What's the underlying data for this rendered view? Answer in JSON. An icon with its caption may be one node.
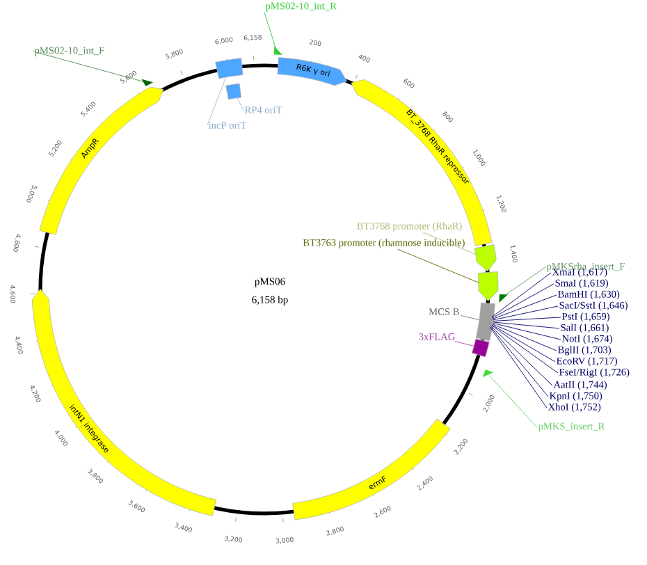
{
  "diagram": {
    "nodes": [
      {
        "text": [
          "R6K γ ori"
        ]
      },
      {
        "text": [
          "BT_3768 RhaR repressor"
        ]
      },
      {
        "text": [
          "ermF"
        ]
      },
      {
        "text": [
          "intN1 integrase"
        ]
      },
      {
        "text": [
          "AmpR"
        ]
      },
      {
        "text": [],
        "shape": "box"
      },
      {
        "text": [
          "incP oriT"
        ]
      },
      {
        "text": [],
        "shape": "box"
      },
      {
        "text": [
          "RP4 oriT"
        ]
      },
      {
        "text": [],
        "shape": "box"
      },
      {
        "text": [
          "BT3768 promoter (RhaR)"
        ]
      },
      {
        "text": [],
        "shape": "box"
      },
      {
        "text": [
          "BT3763 promoter (rhamnose inducible)"
        ]
      },
      {
        "text": [],
        "shape": "box"
      },
      {
        "text": [
          "MCS B"
        ]
      },
      {
        "text": [],
        "shape": "box"
      },
      {
        "text": [
          "3xFLAG"
        ]
      },
      {
        "text": [],
        "shape": "triangle"
      },
      {
        "text": [
          "pMS02-10_int_R"
        ]
      },
      {
        "text": [],
        "shape": "triangle"
      },
      {
        "text": [
          "pMS02-10_int_F"
        ]
      },
      {
        "text": [],
        "shape": "triangle"
      },
      {
        "text": [
          "pMKSrha_insert_F"
        ]
      },
      {
        "text": [],
        "shape": "triangle"
      },
      {
        "text": [
          "pMKS_insert_R"
        ]
      },
      {
        "text": [
          "XmaI (1,617)"
        ]
      },
      {
        "text": [
          "SmaI (1,619)"
        ]
      },
      {
        "text": [
          "BamHI (1,630)"
        ]
      },
      {
        "text": [
          "SacI/SstI (1,646)"
        ]
      },
      {
        "text": [
          "PstI (1,659)"
        ]
      },
      {
        "text": [
          "SalI (1,661)"
        ]
      },
      {
        "text": [
          "NotI (1,674)"
        ]
      },
      {
        "text": [
          "BglII (1,703)"
        ]
      },
      {
        "text": [
          "EcoRV (1,717)"
        ]
      },
      {
        "text": [
          "FseI/RigI (1,726)"
        ]
      },
      {
        "text": [
          "AatII (1,744)"
        ]
      },
      {
        "text": [
          "KpnI (1,750)"
        ]
      },
      {
        "text": [
          "XhoI (1,752)"
        ]
      }
    ],
    "edges": [
      {
        "from": 6,
        "to": 5,
        "arrow": "none",
        "color": "#99bbdd"
      },
      {
        "from": 8,
        "to": 7,
        "arrow": "none",
        "color": "#99bbdd"
      },
      {
        "from": 10,
        "to": 9,
        "arrow": "none",
        "color": "#aabb77"
      },
      {
        "from": 12,
        "to": 11,
        "arrow": "none",
        "color": "#556600"
      },
      {
        "from": 14,
        "to": 13,
        "arrow": "none",
        "color": "#777777"
      },
      {
        "from": 16,
        "to": 15,
        "arrow": "none",
        "color": "#aa44aa"
      },
      {
        "from": 18,
        "to": 17,
        "arrow": "none",
        "color": "#33cc33"
      },
      {
        "from": 20,
        "to": 19,
        "arrow": "none",
        "color": "#558855"
      },
      {
        "from": 22,
        "to": 21,
        "arrow": "none",
        "color": "#669966"
      },
      {
        "from": 24,
        "to": 23,
        "arrow": "none",
        "color": "#66cc66"
      },
      {
        "from": 25,
        "to": 13,
        "arrow": "none"
      },
      {
        "from": 26,
        "to": 13,
        "arrow": "none"
      },
      {
        "from": 27,
        "to": 13,
        "arrow": "none"
      },
      {
        "from": 28,
        "to": 13,
        "arrow": "none"
      },
      {
        "from": 29,
        "to": 13,
        "arrow": "none"
      },
      {
        "from": 30,
        "to": 13,
        "arrow": "none"
      },
      {
        "from": 31,
        "to": 13,
        "arrow": "none"
      },
      {
        "from": 32,
        "to": 13,
        "arrow": "none"
      },
      {
        "from": 33,
        "to": 13,
        "arrow": "none"
      },
      {
        "from": 34,
        "to": 13,
        "arrow": "none"
      },
      {
        "from": 35,
        "to": 13,
        "arrow": "none"
      },
      {
        "from": 36,
        "to": 13,
        "arrow": "none"
      },
      {
        "from": 37,
        "to": 13,
        "arrow": "none"
      }
    ],
    "labels": [
      "pMS06",
      "6,158 bp",
      "200",
      "400",
      "600",
      "800",
      "1,000",
      "1,200",
      "1,400",
      "2,000",
      "2,200",
      "2,400",
      "2,600",
      "2,800",
      "3,000",
      "3,200",
      "3,400",
      "3,600",
      "3,800",
      "4,000",
      "4,200",
      "4,400",
      "4,600",
      "4,800",
      "5,000",
      "5,200",
      "5,400",
      "5,600",
      "5,800",
      "6,000",
      "6,158"
    ]
  }
}
